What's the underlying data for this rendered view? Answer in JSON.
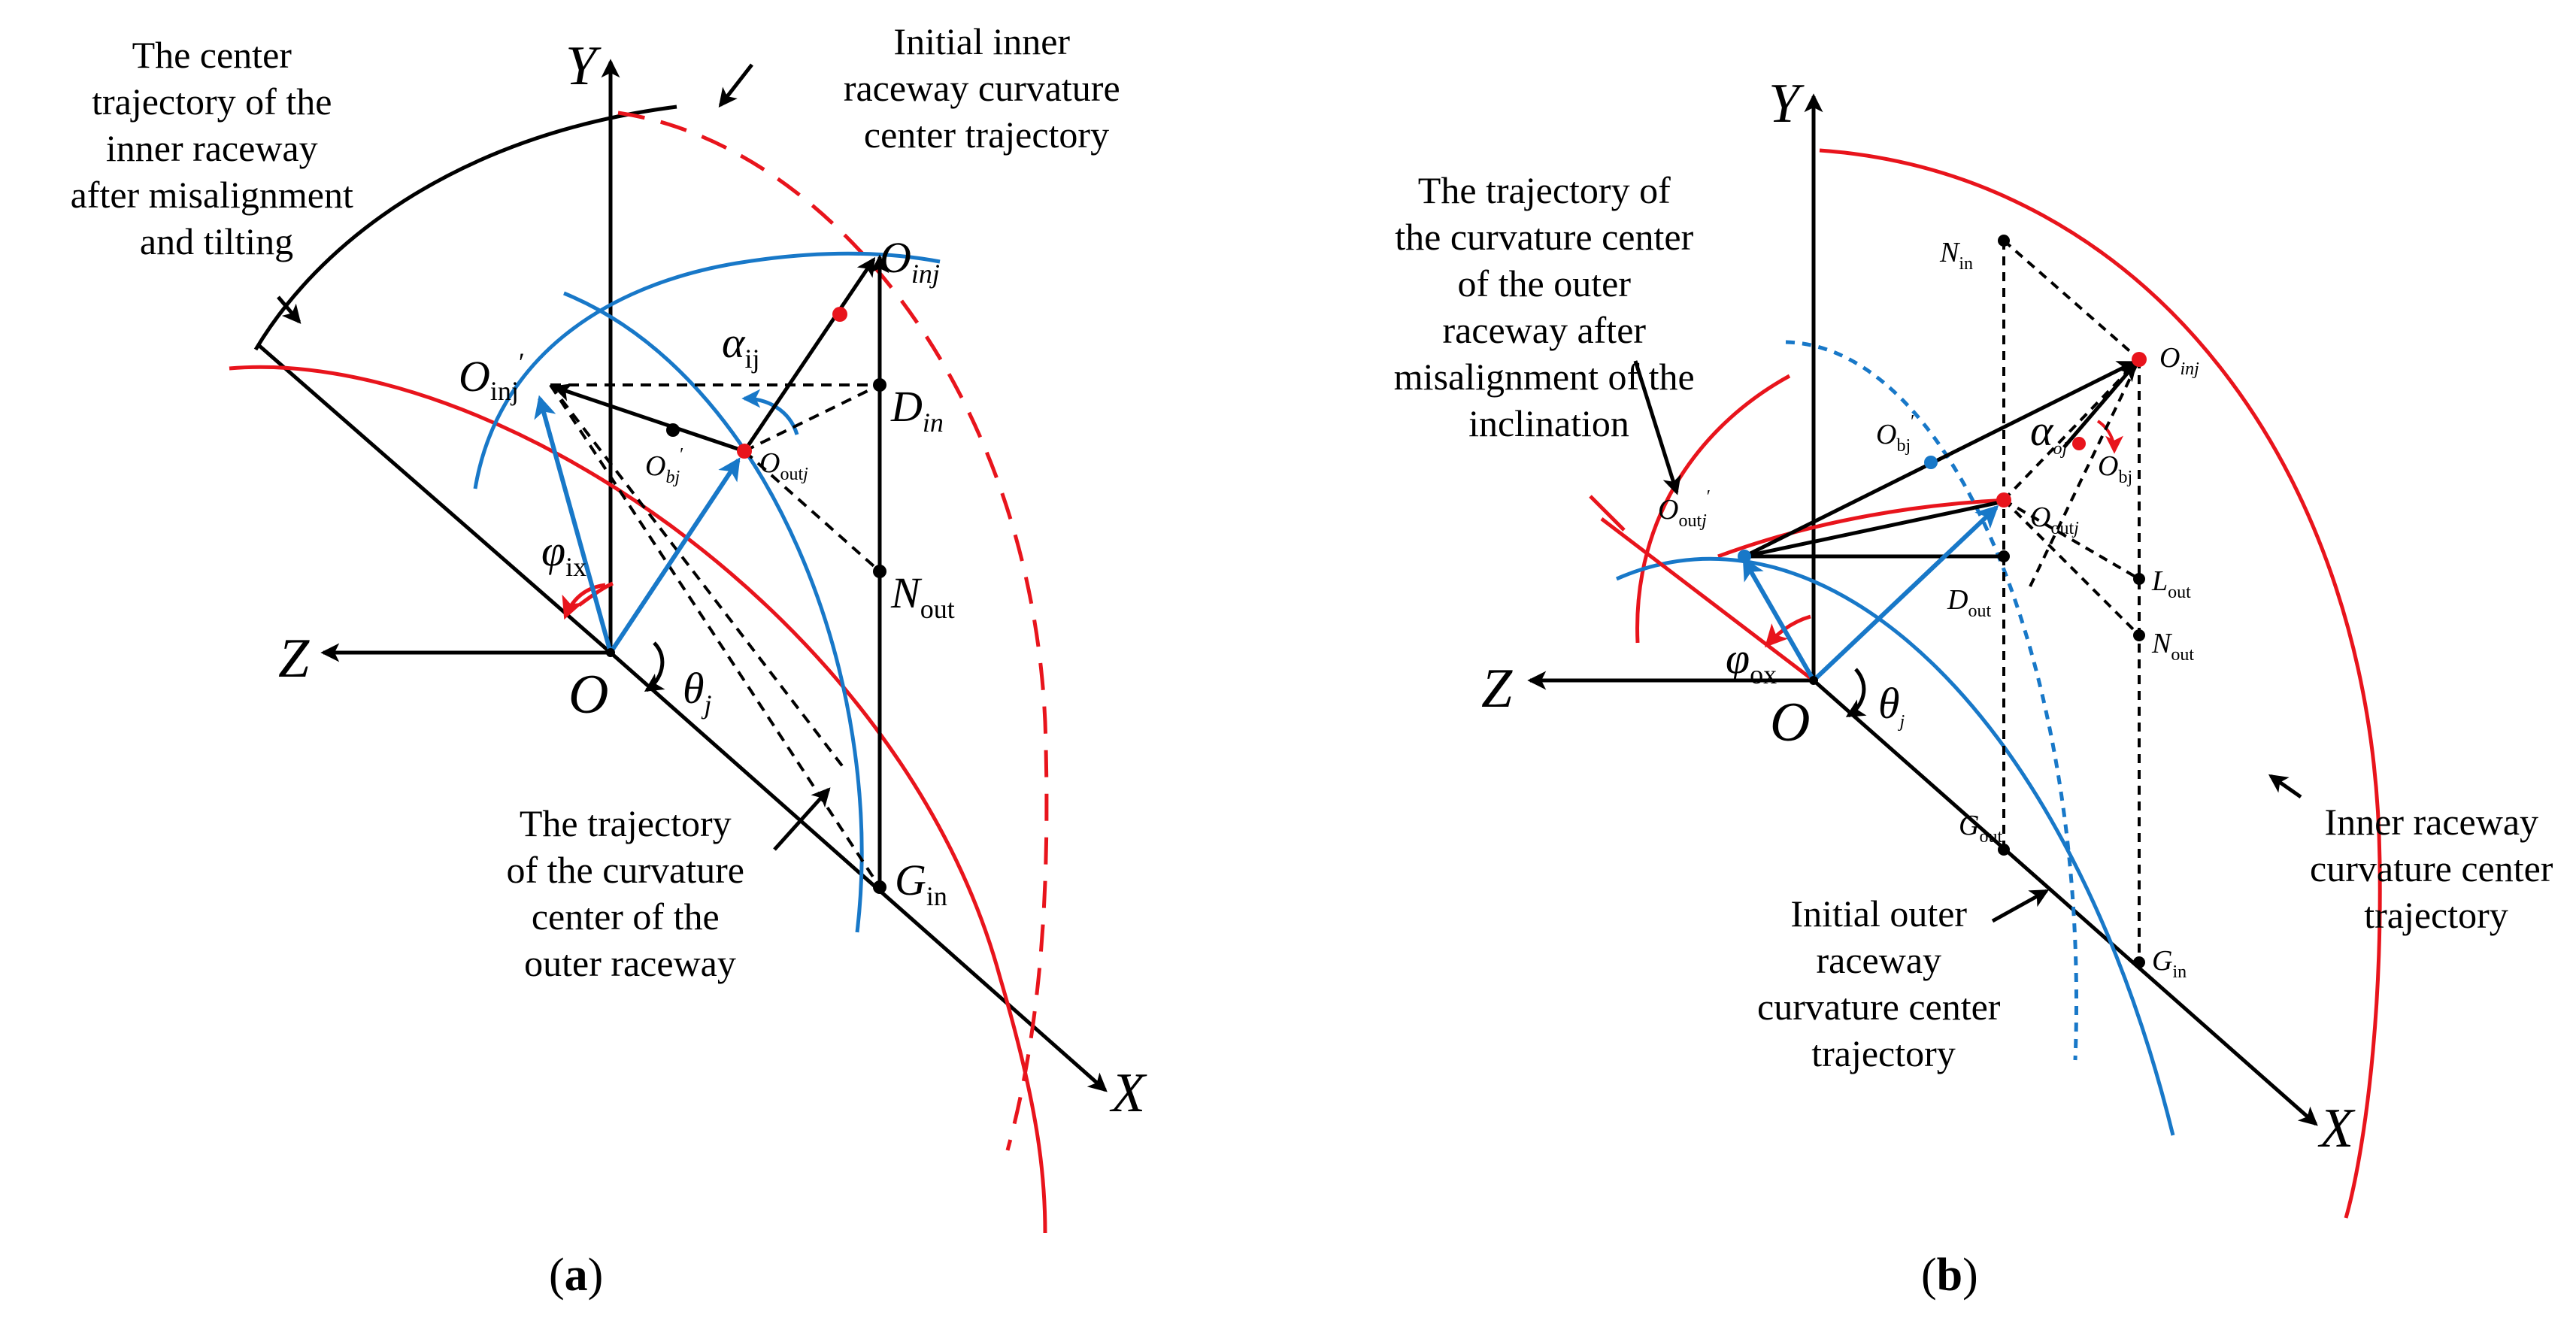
{
  "colors": {
    "red": "#e8141c",
    "blue": "#1878c8",
    "black": "#000000",
    "background": "#ffffff"
  },
  "icons": [
    "arrow-head-icon",
    "point-marker-icon",
    "angle-arc-icon"
  ],
  "panel_a": {
    "caption_open": "(",
    "caption_letter": "a",
    "caption_close": ")",
    "axes": {
      "y": "Y",
      "z": "Z",
      "x": "X",
      "origin": "O"
    },
    "notes": {
      "inner_center_after": [
        "The center",
        "trajectory of the",
        "inner raceway",
        "after misalignment",
        "and tilting"
      ],
      "initial_inner": [
        "Initial inner",
        "raceway curvature",
        "center trajectory"
      ],
      "outer_center": [
        "The trajectory",
        "of the curvature",
        "center of the",
        "outer raceway"
      ]
    },
    "points": {
      "O_inj": {
        "base": "O",
        "sub": "inj"
      },
      "O_inj_prime": {
        "base": "O",
        "sub": "inj",
        "prime": "′"
      },
      "O_outj": {
        "base": "O",
        "sub": "out",
        "subi": "j"
      },
      "O_bj_prime": {
        "base": "O",
        "sub": "bj",
        "prime": "′"
      },
      "D_in": {
        "base": "D",
        "sub": "in"
      },
      "N_out": {
        "base": "N",
        "sub": "out"
      },
      "G_in": {
        "base": "G",
        "sub": "in"
      },
      "alpha_ij": {
        "base": "α",
        "sub": "ij"
      },
      "phi_ix": {
        "base": "φ",
        "sub": "ix"
      },
      "theta_j": {
        "base": "θ",
        "sub": "j"
      }
    }
  },
  "panel_b": {
    "caption_open": "(",
    "caption_letter": "b",
    "caption_close": ")",
    "axes": {
      "y": "Y",
      "z": "Z",
      "x": "X",
      "origin": "O"
    },
    "notes": {
      "outer_center_after": [
        "The trajectory of",
        "the curvature center",
        "of the outer",
        "raceway after",
        "misalignment of the",
        "inclination"
      ],
      "initial_outer": [
        "Initial outer",
        "raceway",
        "curvature center",
        "trajectory"
      ],
      "inner_center": [
        "Inner raceway",
        "curvature center",
        "trajectory"
      ]
    },
    "points": {
      "N_in": {
        "base": "N",
        "sub": "in"
      },
      "O_inj": {
        "base": "O",
        "sub": "inj"
      },
      "O_bj_prime": {
        "base": "O",
        "sub": "bj",
        "prime": "′"
      },
      "alpha_oj": {
        "base": "α",
        "sub": "oj"
      },
      "O_bj": {
        "base": "O",
        "sub": "bj"
      },
      "O_outj_prime": {
        "base": "O",
        "sub": "out",
        "subi": "j",
        "prime": "′"
      },
      "O_outj": {
        "base": "O",
        "sub": "out",
        "subi": "j"
      },
      "L_out": {
        "base": "L",
        "sub": "out"
      },
      "D_out": {
        "base": "D",
        "sub": "out"
      },
      "N_out": {
        "base": "N",
        "sub": "out"
      },
      "G_out": {
        "base": "G",
        "sub": "out"
      },
      "G_in": {
        "base": "G",
        "sub": "in"
      },
      "phi_ox": {
        "base": "φ",
        "sub": "ox"
      },
      "theta_j": {
        "base": "θ",
        "sub": "j"
      }
    }
  }
}
